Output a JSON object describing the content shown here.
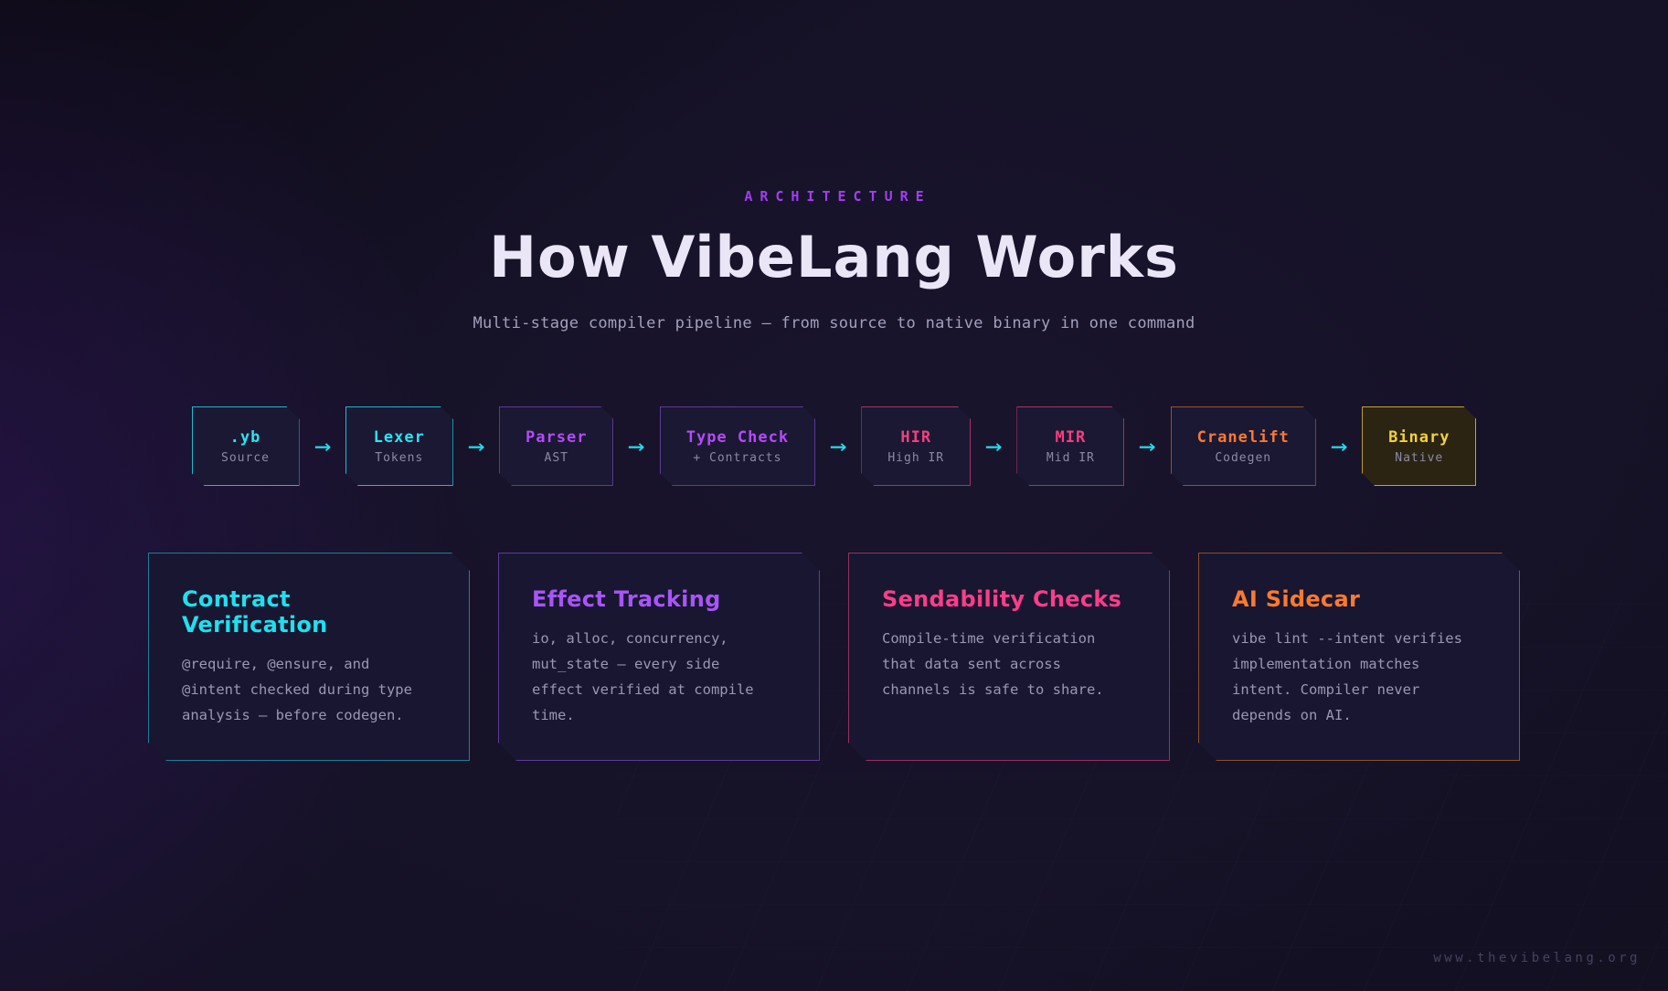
{
  "header": {
    "eyebrow": "ARCHITECTURE",
    "title": "How VibeLang Works",
    "subtitle": "Multi-stage compiler pipeline — from source to native binary in one command"
  },
  "pipeline": {
    "arrow_icon": "→",
    "arrow_color": "#27dbe9",
    "stages": [
      {
        "label": ".yb",
        "sub": "Source",
        "accent": "#2ce4f2",
        "border": "#1fb9cc",
        "highlighted": false
      },
      {
        "label": "Lexer",
        "sub": "Tokens",
        "accent": "#2ce4f2",
        "border": "#1fb9cc",
        "highlighted": false
      },
      {
        "label": "Parser",
        "sub": "AST",
        "accent": "#b44bf7",
        "border": "#5c3a96",
        "highlighted": false
      },
      {
        "label": "Type Check",
        "sub": "+ Contracts",
        "accent": "#b44bf7",
        "border": "#5c3a96",
        "highlighted": false
      },
      {
        "label": "HIR",
        "sub": "High IR",
        "accent": "#f43f80",
        "border": "#a63468",
        "highlighted": false
      },
      {
        "label": "MIR",
        "sub": "Mid IR",
        "accent": "#f43f80",
        "border": "#a63468",
        "highlighted": false
      },
      {
        "label": "Cranelift",
        "sub": "Codegen",
        "accent": "#fa7a36",
        "border": "#92542e",
        "highlighted": false
      },
      {
        "label": "Binary",
        "sub": "Native",
        "accent": "#f2d23a",
        "border": "#c6a432",
        "bg": "#2b2413",
        "highlighted": true
      }
    ]
  },
  "cards": [
    {
      "title": "Contract Verification",
      "body": "@require, @ensure, and @intent checked during type analysis — before codegen.",
      "accent": "#1fe0ee",
      "border": "#1e7f95"
    },
    {
      "title": "Effect Tracking",
      "body": "io, alloc, concurrency, mut_state — every side effect verified at compile time.",
      "accent": "#a855f7",
      "border": "#5d3b99"
    },
    {
      "title": "Sendability Checks",
      "body": "Compile-time verification that data sent across channels is safe to share.",
      "accent": "#fb3d8a",
      "border": "#96325e"
    },
    {
      "title": "AI Sidecar",
      "body": "vibe lint --intent verifies implementation matches intent. Compiler never depends on AI.",
      "accent": "#f97a2e",
      "border": "#8f4e2c"
    }
  ],
  "footer": {
    "url": "www.thevibelang.org"
  }
}
